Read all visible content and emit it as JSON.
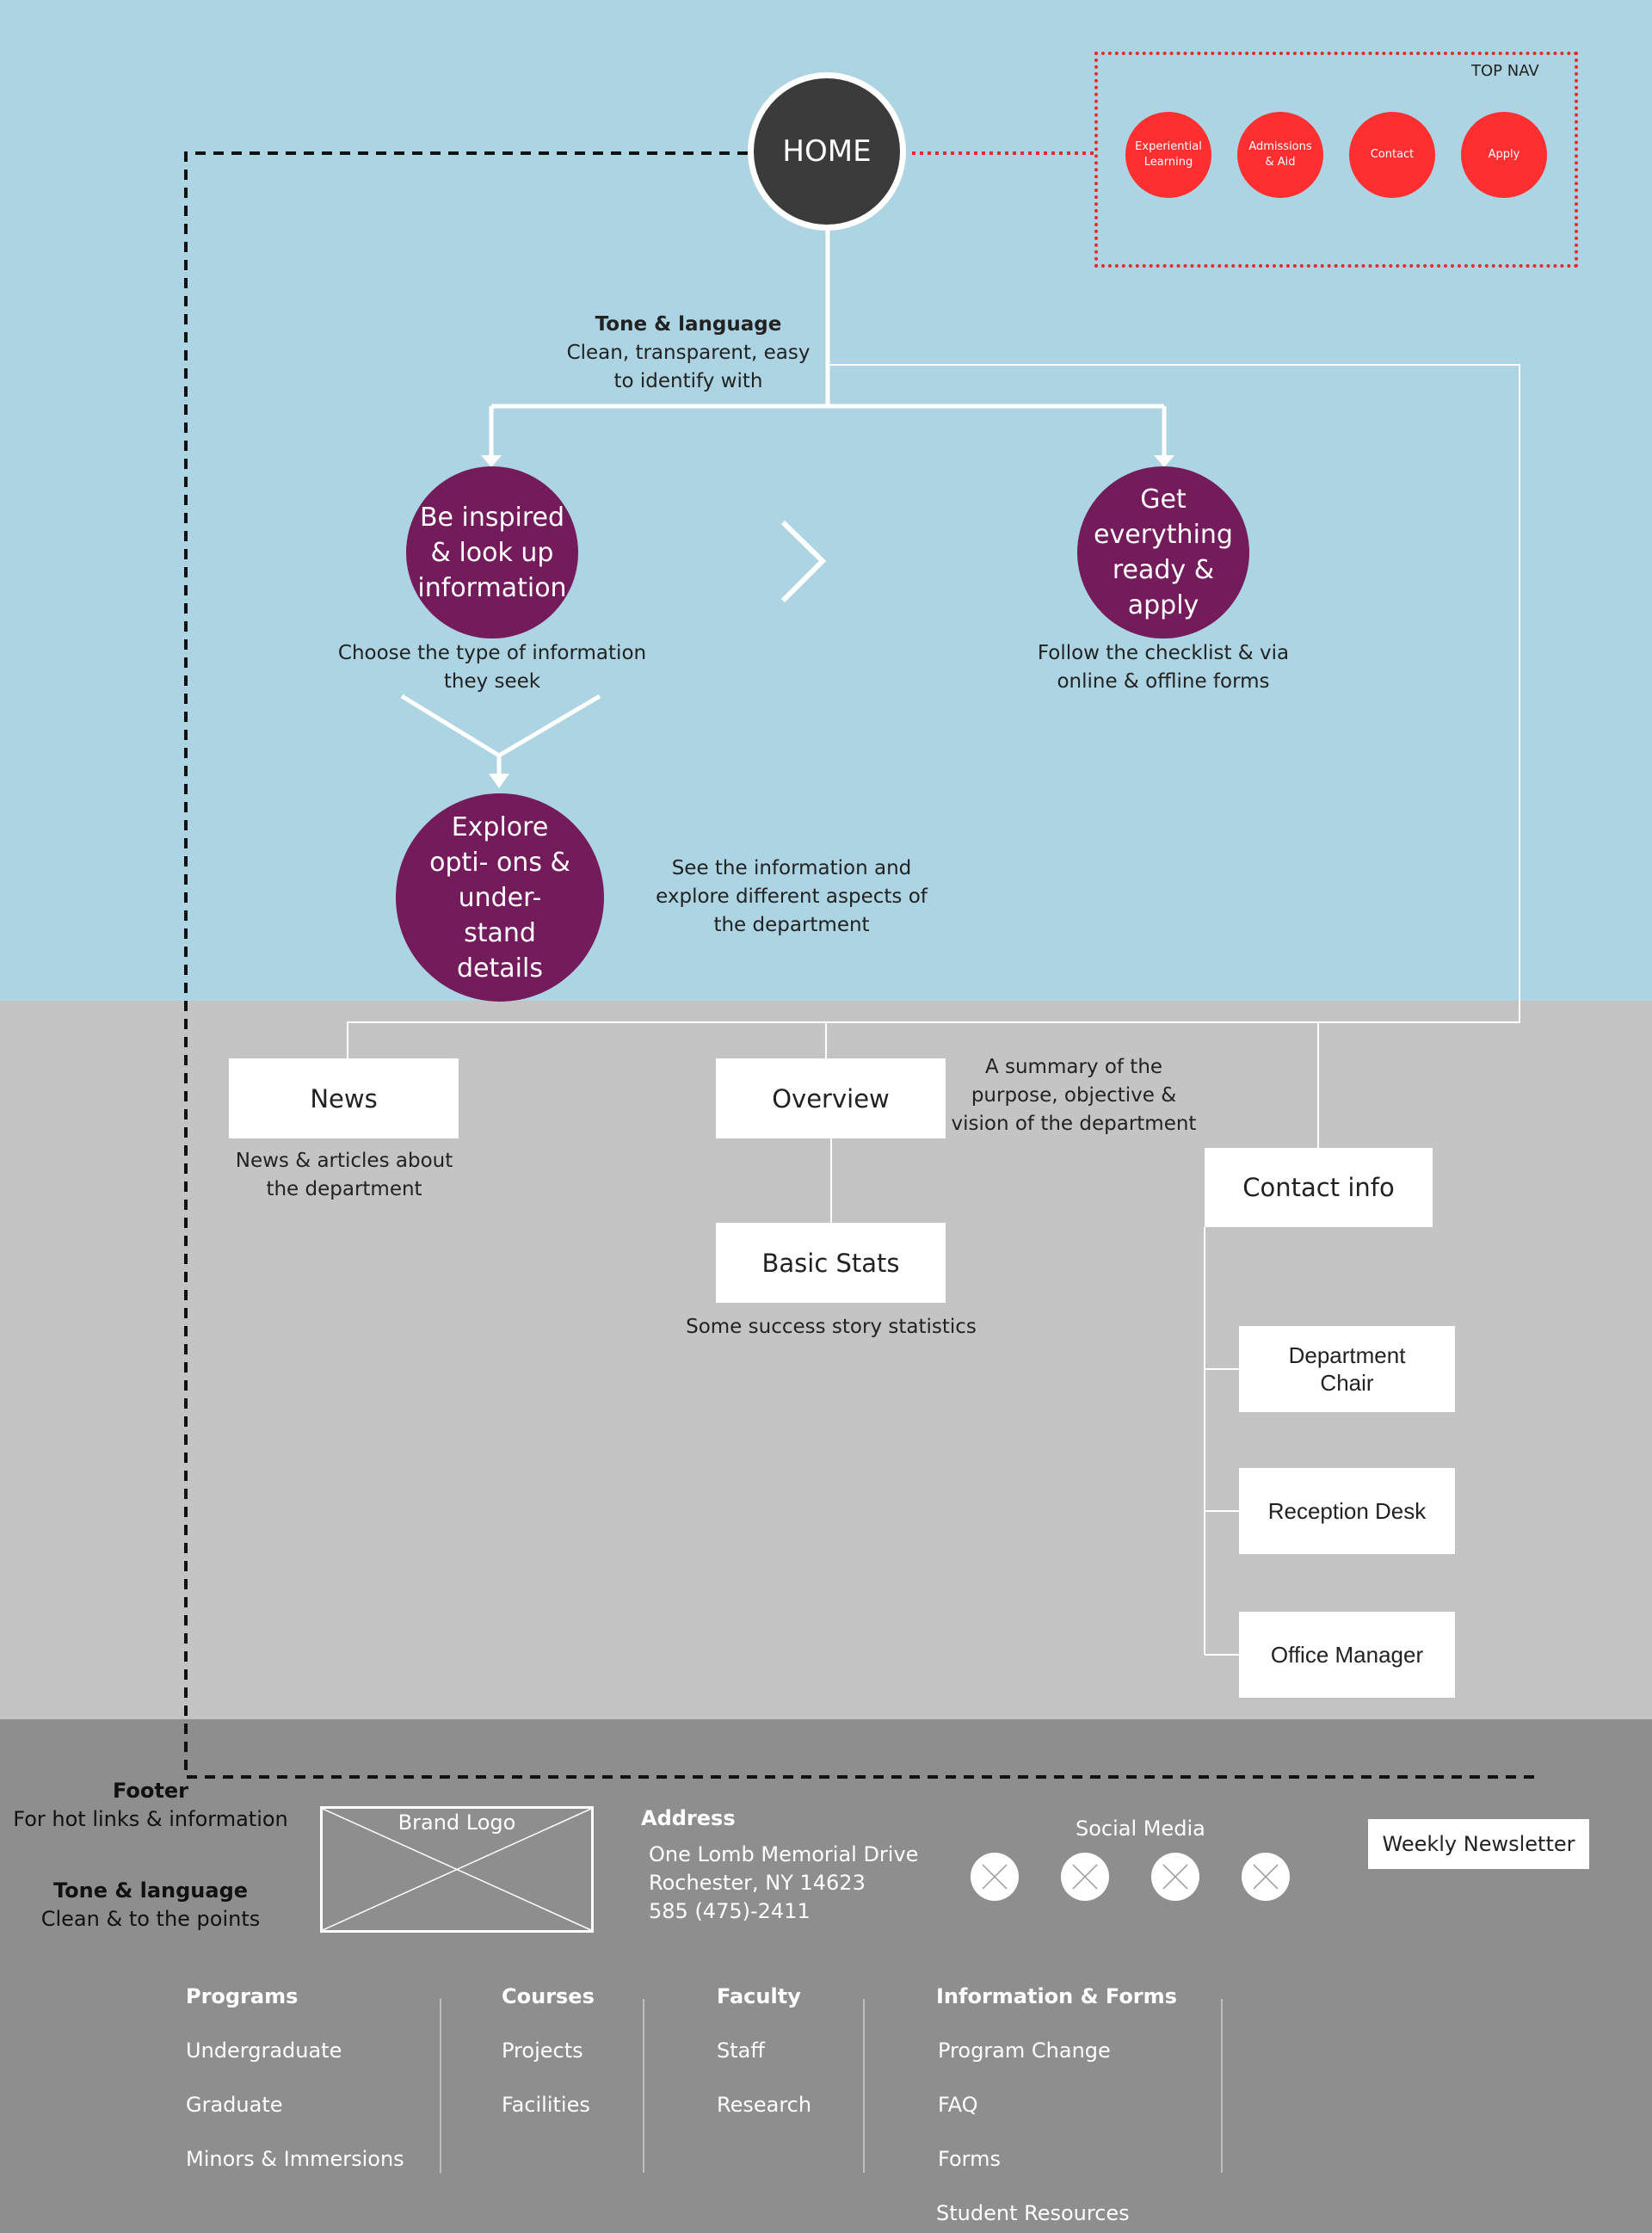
{
  "home": {
    "label": "HOME"
  },
  "top_nav": {
    "title": "TOP NAV",
    "items": [
      "Experiential Learning",
      "Admissions & Aid",
      "Contact",
      "Apply"
    ]
  },
  "tone_top": {
    "title": "Tone & language",
    "text": "Clean, transparent, easy to identify with"
  },
  "inspired": {
    "label": "Be inspired & look up information",
    "caption": "Choose the type of information they seek"
  },
  "apply": {
    "label": "Get everything ready & apply",
    "caption": "Follow the checklist & via online & offline forms"
  },
  "explore": {
    "label": "Explore opti- ons & under- stand details",
    "caption": "See the information and explore different aspects of the department"
  },
  "news": {
    "label": "News",
    "caption": "News & articles about the department"
  },
  "overview": {
    "label": "Overview",
    "caption": "A summary of the purpose, objective & vision of the department"
  },
  "basic_stats": {
    "label": "Basic Stats",
    "caption": "Some success story statistics"
  },
  "contact_info": {
    "label": "Contact info",
    "children": [
      "Department Chair",
      "Reception Desk",
      "Office Manager"
    ]
  },
  "footer": {
    "title": "Footer",
    "subtitle": "For hot links & information",
    "tone_title": "Tone & language",
    "tone_text": "Clean & to the points",
    "brand_logo": "Brand Logo",
    "address_title": "Address",
    "address_line1": "One Lomb Memorial Drive",
    "address_line2": "Rochester, NY 14623",
    "phone": "585 (475)-2411",
    "social_title": "Social Media",
    "newsletter": "Weekly Newsletter",
    "columns": [
      {
        "heading": "Programs",
        "items": [
          "Undergraduate",
          "Graduate",
          "Minors & Immersions"
        ]
      },
      {
        "heading": "Courses",
        "items": [
          "Projects",
          "Facilities"
        ]
      },
      {
        "heading": "Faculty",
        "items": [
          "Staff",
          "Research"
        ]
      },
      {
        "heading": "Information & Forms",
        "items": [
          "Program Change",
          "FAQ",
          "Forms",
          "Student Resources"
        ]
      }
    ]
  },
  "colors": {
    "blue_band": "#add4e2",
    "grey_band": "#c4c4c4",
    "footer_band": "#8e8e8e",
    "purple": "#741b5b",
    "red": "#fd2f30",
    "home": "#3b3b3b"
  }
}
